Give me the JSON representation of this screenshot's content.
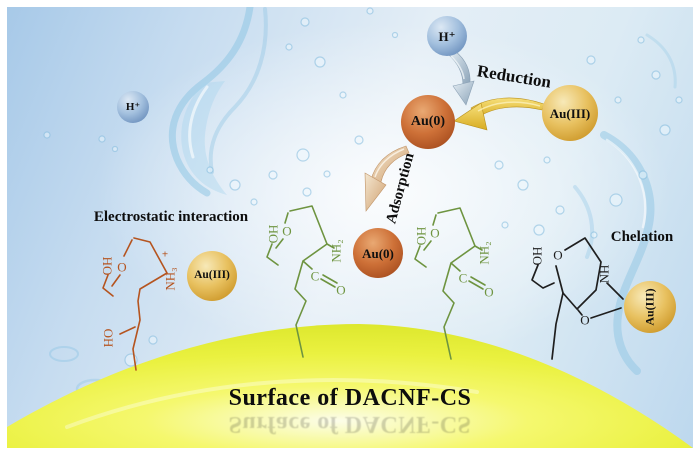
{
  "figure": {
    "labels": {
      "reduction": "Reduction",
      "adsorption": "Adsorption",
      "electrostatic": "Electrostatic interaction",
      "chelation": "Chelation",
      "surface": "Surface of DACNF-CS"
    },
    "spheres": {
      "h_left": "H⁺",
      "h_top": "H⁺",
      "au3_top": "Au(III)",
      "au0_top": "Au(0)",
      "au0_mid": "Au(0)",
      "au3_left": "Au(III)",
      "au3_right": "Au(III)"
    },
    "molecules": {
      "orange": {
        "oh": "OH",
        "ring_o": "O",
        "plus": "+",
        "nh3": "NH₃",
        "ho": "HO"
      },
      "green1": {
        "oh": "OH",
        "ring_o": "O",
        "nh2": "NH₂",
        "c": "C",
        "o": "O"
      },
      "green2": {
        "oh": "OH",
        "ring_o": "O",
        "nh2": "NH₂",
        "c": "C",
        "o": "O"
      },
      "black": {
        "oh": "OH",
        "ring_o": "O",
        "nh": "NH",
        "o": "O"
      }
    },
    "colors": {
      "background_blue": "#b7d4ee",
      "surface_yellow": "#edf23f",
      "gold_sphere": "#e0b64f",
      "copper_sphere": "#c2652f",
      "proton_sphere": "#8aa9cf",
      "molecule_green": "#6e9440",
      "molecule_orange": "#b5541f",
      "molecule_black": "#1c1c1c",
      "arrow_silver": "#9fb4c6",
      "arrow_gold": "#e3bc2e",
      "arrow_tan": "#e5cdb0"
    }
  }
}
